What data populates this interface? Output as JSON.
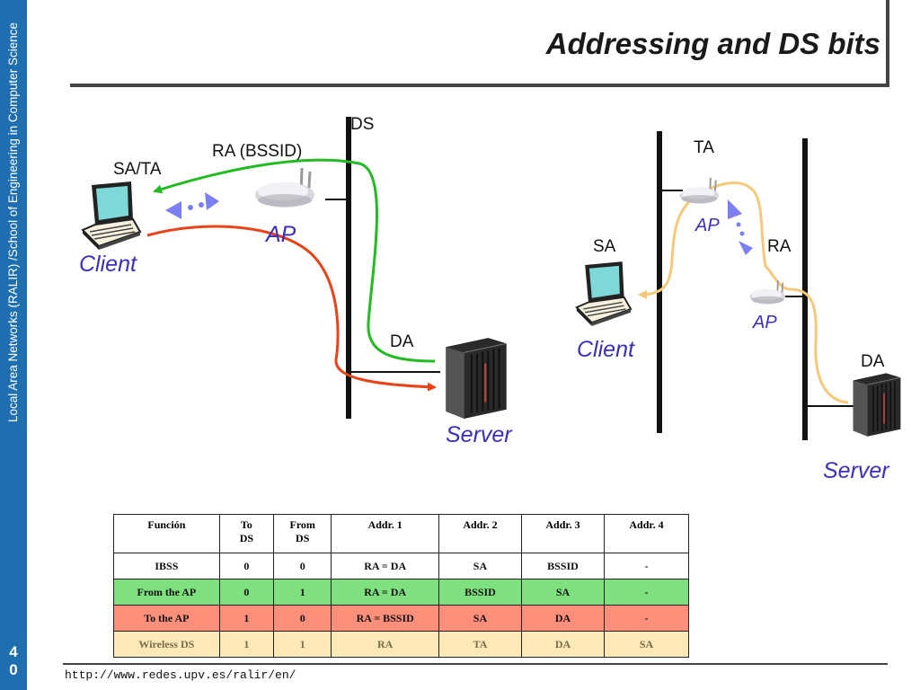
{
  "sidebar": {
    "text": "Local Area Networks (RALIR) /School of Engineering in Computer Science",
    "page_number_line1": "4",
    "page_number_line2": "0",
    "color": "#1f6fb0"
  },
  "title": "Addressing and DS bits",
  "footer": {
    "url": "http://www.redes.upv.es/ralir/en/"
  },
  "diagram_left": {
    "ds_label": "DS",
    "ra_label": "RA (BSSID)",
    "sa_ta_label": "SA/TA",
    "ap_label": "AP",
    "client_label": "Client",
    "da_label": "DA",
    "server_label": "Server",
    "arrow_green": "#22bb22",
    "arrow_red": "#e8441a"
  },
  "diagram_right": {
    "ta_label": "TA",
    "ap_top_label": "AP",
    "sa_label": "SA",
    "ra_label": "RA",
    "ap_bottom_label": "AP",
    "client_label": "Client",
    "da_label": "DA",
    "server_label": "Server",
    "arrow_color": "#f5c87a"
  },
  "icons": {
    "laptop": "laptop-icon",
    "access_point": "access-point-icon",
    "server": "server-icon",
    "dotted_arrow": "wireless-link-icon"
  },
  "table": {
    "headers": [
      "Función",
      "To DS",
      "From DS",
      "Addr. 1",
      "Addr. 2",
      "Addr. 3",
      "Addr. 4"
    ],
    "header_line_1": [
      "Función",
      "To",
      "From",
      "Addr. 1",
      "Addr. 2",
      "Addr. 3",
      "Addr. 4"
    ],
    "header_line_2": [
      "",
      "DS",
      "DS",
      "",
      "",
      "",
      ""
    ],
    "rows": [
      {
        "cells": [
          "IBSS",
          "0",
          "0",
          "RA = DA",
          "SA",
          "BSSID",
          "-"
        ],
        "color": "#ffffff"
      },
      {
        "cells": [
          "From the AP",
          "0",
          "1",
          "RA = DA",
          "BSSID",
          "SA",
          "-"
        ],
        "color": "#7ee07e"
      },
      {
        "cells": [
          "To the AP",
          "1",
          "0",
          "RA = BSSID",
          "SA",
          "DA",
          "-"
        ],
        "color": "#ff8f7a"
      },
      {
        "cells": [
          "Wireless DS",
          "1",
          "1",
          "RA",
          "TA",
          "DA",
          "SA"
        ],
        "color": "#fde8b8"
      }
    ]
  }
}
